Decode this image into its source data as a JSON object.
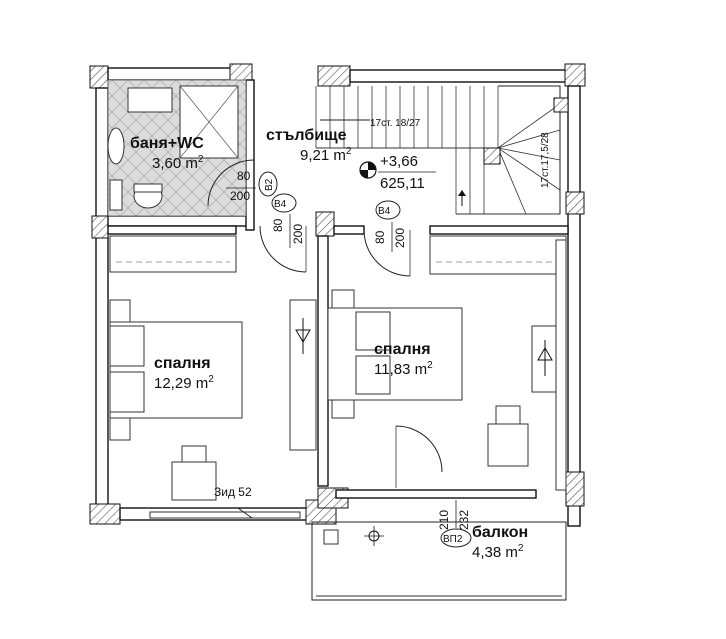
{
  "plan": {
    "rooms": [
      {
        "name": "баня+WC",
        "area": "3,60 m",
        "area_sup": "2"
      },
      {
        "name": "стълбище",
        "area": "9,21 m",
        "area_sup": "2"
      },
      {
        "name": "спалня",
        "area": "12,29 m",
        "area_sup": "2"
      },
      {
        "name": "спалня",
        "area": "11,83 m",
        "area_sup": "2"
      },
      {
        "name": "балкон",
        "area": "4,38 m",
        "area_sup": "2"
      }
    ],
    "level": {
      "rel": "+3,66",
      "abs": "625,11"
    },
    "door_tags": [
      "B2",
      "B4",
      "B4",
      "ВП2"
    ],
    "dims": {
      "bath_w": "80",
      "bath_h": "200",
      "door1_w": "80",
      "door1_h": "200",
      "door2_w": "80",
      "door2_h": "200",
      "balc_w": "210",
      "balc_h": "232"
    },
    "stair_labels": {
      "top": "17ст. 18/27",
      "side": "17ст.17,5/28"
    },
    "wall_note": "Зид 52"
  }
}
